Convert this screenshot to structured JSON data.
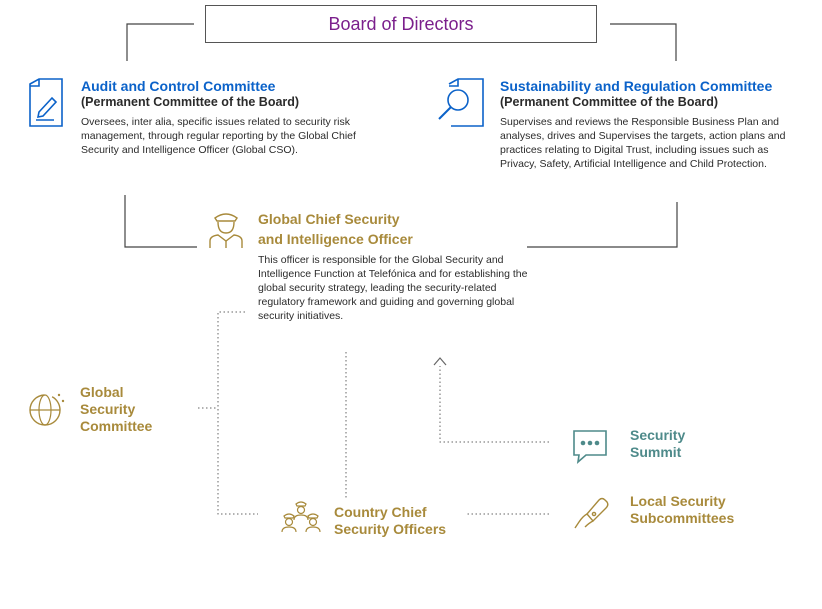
{
  "board": {
    "title": "Board of Directors"
  },
  "audit": {
    "title": "Audit and Control Committee",
    "subtitle": "(Permanent Committee of the Board)",
    "desc": "Oversees, inter alia, specific issues related to security risk management, through regular reporting by the Global Chief Security and Intelligence Officer (Global CSO)."
  },
  "sustain": {
    "title": "Sustainability and Regulation Committee",
    "subtitle": "(Permanent Committee of the Board)",
    "desc": "Supervises and reviews the Responsible Business Plan and analyses, drives and Supervises the targets, action plans and practices relating to Digital Trust, including issues such as Privacy, Safety, Artificial Intelligence and Child Protection."
  },
  "cso": {
    "title_line1": "Global Chief Security",
    "title_line2": "and Intelligence Officer",
    "desc": "This officer is responsible for the Global Security and Intelligence Function at Telefónica and for establishing the global security strategy, leading the security-related regulatory framework and guiding and governing global security initiatives."
  },
  "global_committee": {
    "line1": "Global",
    "line2": "Security",
    "line3": "Committee"
  },
  "summit": {
    "line1": "Security",
    "line2": "Summit"
  },
  "country": {
    "line1": "Country Chief",
    "line2": "Security Officers"
  },
  "local": {
    "line1": "Local Security",
    "line2": "Subcommittees"
  },
  "colors": {
    "blue": "#0b62c9",
    "gold": "#a88a3b",
    "teal": "#4e8a8a",
    "purple": "#7b1f8c"
  },
  "icons": {
    "audit": "document-pen-icon",
    "sustain": "document-magnifier-icon",
    "cso": "officer-person-icon",
    "global": "globe-icon",
    "summit": "chat-bubble-icon",
    "country": "group-people-icon",
    "local": "hand-tag-icon"
  }
}
